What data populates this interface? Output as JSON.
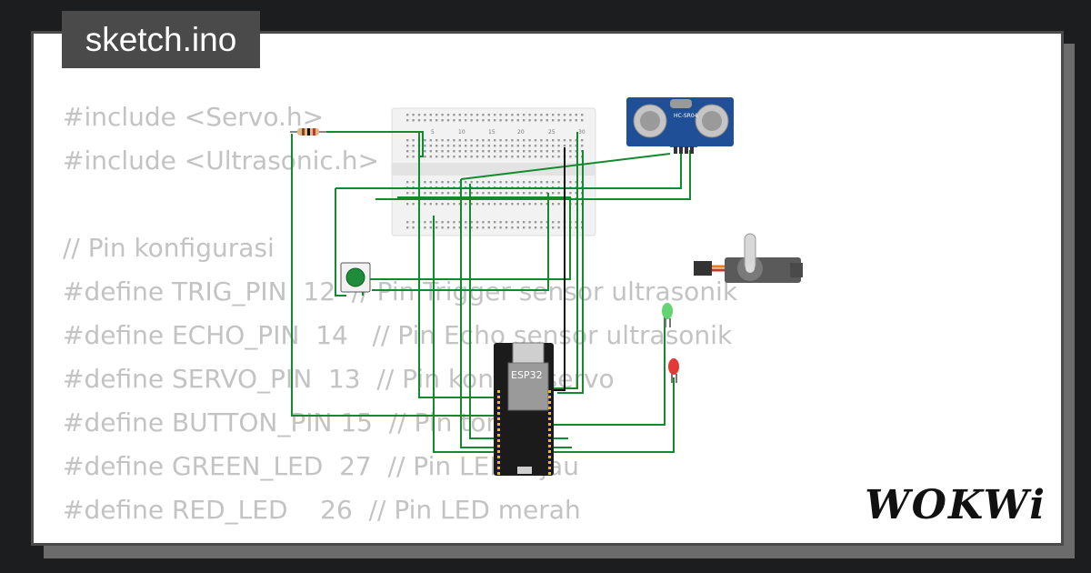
{
  "tab": {
    "title": "sketch.ino"
  },
  "code_lines": [
    "#include <Servo.h>",
    "#include <Ultrasonic.h>",
    "",
    "// Pin konfigurasi",
    "#define TRIG_PIN  12  // Pin Trigger sensor ultrasonik",
    "#define ECHO_PIN  14   // Pin Echo sensor ultrasonik",
    "#define SERVO_PIN  13  // Pin kontrol servo",
    "#define BUTTON_PIN 15  // Pin tombol",
    "#define GREEN_LED  27  // Pin LED hijau",
    "#define RED_LED    26  // Pin LED merah"
  ],
  "components": {
    "mcu_label": "ESP32",
    "sensor_label": "HC-SR04",
    "breadboard_cols": [
      "5",
      "10",
      "15",
      "20",
      "25",
      "30"
    ]
  },
  "brand": {
    "logo": "WOKWi"
  },
  "colors": {
    "wire": "#138a2e",
    "wire_dark": "#111111",
    "text_faded": "#c3c3c3",
    "frame": "#4a4a4a"
  }
}
